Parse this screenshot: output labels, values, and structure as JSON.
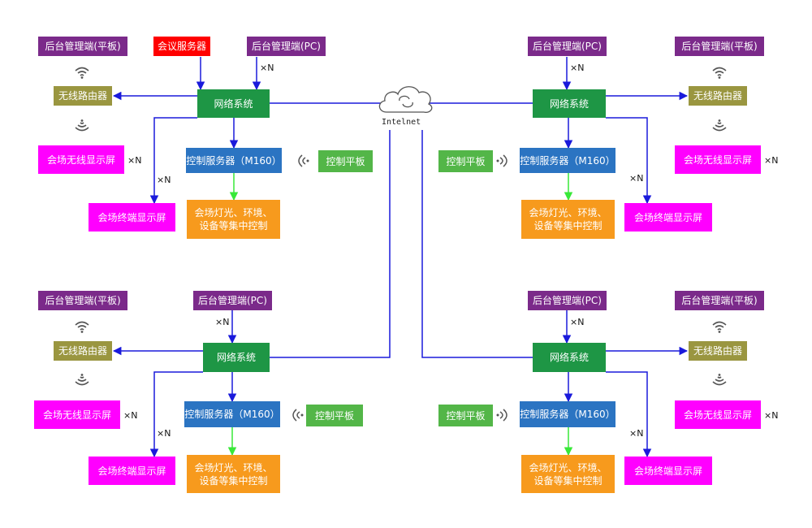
{
  "cloud": {
    "label": "Intelnet"
  },
  "times_n": "×N",
  "colors": {
    "wire": "#1a1adb",
    "control_wire": "#38e838",
    "signal": "#555555"
  },
  "icons": {
    "wifi": "wifi-icon",
    "signal": "signal-icon",
    "cloud": "cloud-icon"
  },
  "top_left": {
    "admin_tablet": "后台管理端(平板)",
    "conference_server": "会议服务器",
    "admin_pc": "后台管理端(PC)",
    "router": "无线路由器",
    "network": "网络系统",
    "wireless_display": "会场无线显示屏",
    "control_server": "控制服务器（M160）",
    "control_tablet": "控制平板",
    "terminal_display": "会场终端显示屏",
    "central_control_1": "会场灯光、环境、",
    "central_control_2": "设备等集中控制"
  },
  "top_right": {
    "admin_pc": "后台管理端(PC)",
    "admin_tablet": "后台管理端(平板)",
    "network": "网络系统",
    "router": "无线路由器",
    "control_tablet": "控制平板",
    "control_server": "控制服务器（M160）",
    "wireless_display": "会场无线显示屏",
    "terminal_display": "会场终端显示屏",
    "central_control_1": "会场灯光、环境、",
    "central_control_2": "设备等集中控制"
  },
  "bottom_left": {
    "admin_tablet": "后台管理端(平板)",
    "admin_pc": "后台管理端(PC)",
    "router": "无线路由器",
    "network": "网络系统",
    "wireless_display": "会场无线显示屏",
    "control_server": "控制服务器（M160）",
    "control_tablet": "控制平板",
    "terminal_display": "会场终端显示屏",
    "central_control_1": "会场灯光、环境、",
    "central_control_2": "设备等集中控制"
  },
  "bottom_right": {
    "admin_pc": "后台管理端(PC)",
    "admin_tablet": "后台管理端(平板)",
    "network": "网络系统",
    "router": "无线路由器",
    "control_tablet": "控制平板",
    "control_server": "控制服务器（M160）",
    "wireless_display": "会场无线显示屏",
    "terminal_display": "会场终端显示屏",
    "central_control_1": "会场灯光、环境、",
    "central_control_2": "设备等集中控制"
  }
}
